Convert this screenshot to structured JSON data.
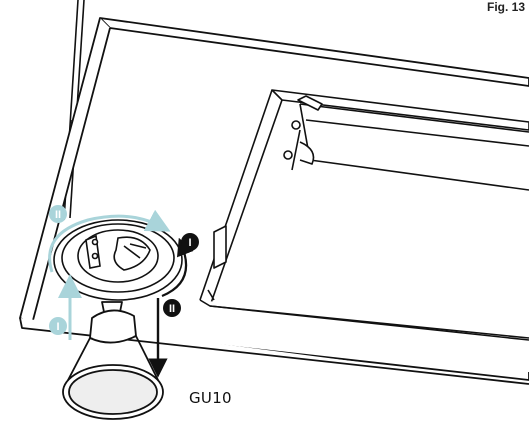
{
  "figure": {
    "label": "Fig. 13",
    "lamp_type": "GU10",
    "steps": {
      "remove_1": "I",
      "remove_2": "II",
      "install_1": "I",
      "install_2": "II"
    },
    "colors": {
      "line": "#111111",
      "install_arrow": "#a9d4da",
      "badge_light": "#a9d4da",
      "badge_dark": "#111111",
      "fill": "#ffffff"
    }
  }
}
